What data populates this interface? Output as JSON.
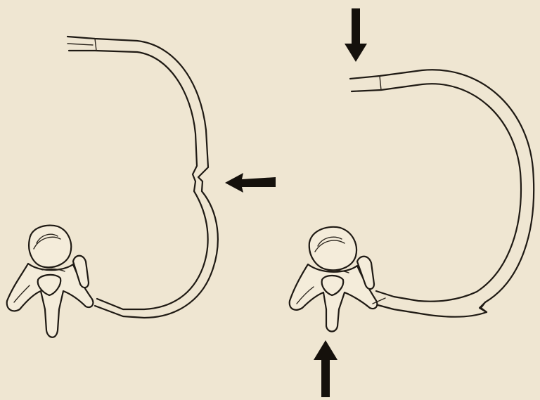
{
  "figure": {
    "panels": [
      {
        "id": "left",
        "fracture_sites": 1,
        "arrows": [
          "horizontal-left"
        ]
      },
      {
        "id": "right",
        "fracture_sites": 2,
        "arrows": [
          "vertical-down",
          "vertical-up"
        ]
      }
    ],
    "colors": {
      "paper": "#efe6d2",
      "ink": "#1f1a14",
      "bone_fill": "#f4ecda"
    },
    "icons": [
      "arrow-left-icon",
      "arrow-down-icon",
      "arrow-up-icon",
      "vertebra-icon"
    ]
  }
}
